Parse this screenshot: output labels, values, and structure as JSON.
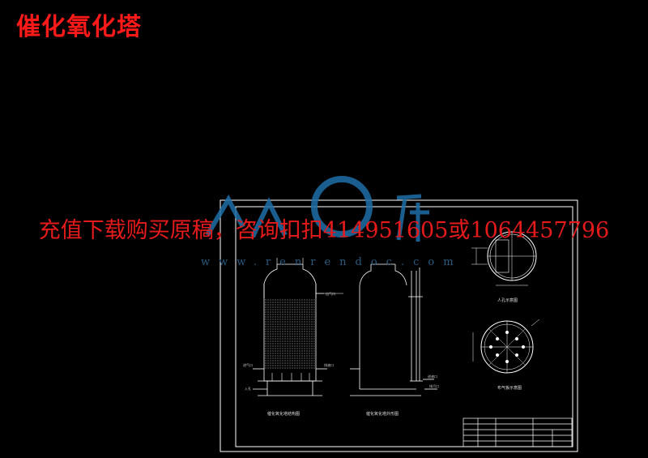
{
  "page_title": "催化氧化塔",
  "watermark": {
    "text": "充值下载购买原稿，咨询扣扣414951605或1064457796",
    "url": "www.renrendoc.com",
    "colors": {
      "text": "#e51b1b",
      "logo": "#1e6fa8"
    }
  },
  "colors": {
    "background": "#000000",
    "lines": "#ffffff",
    "title": "#ff1a1a"
  },
  "icons": [
    "renrendoc-logo-icon"
  ]
}
